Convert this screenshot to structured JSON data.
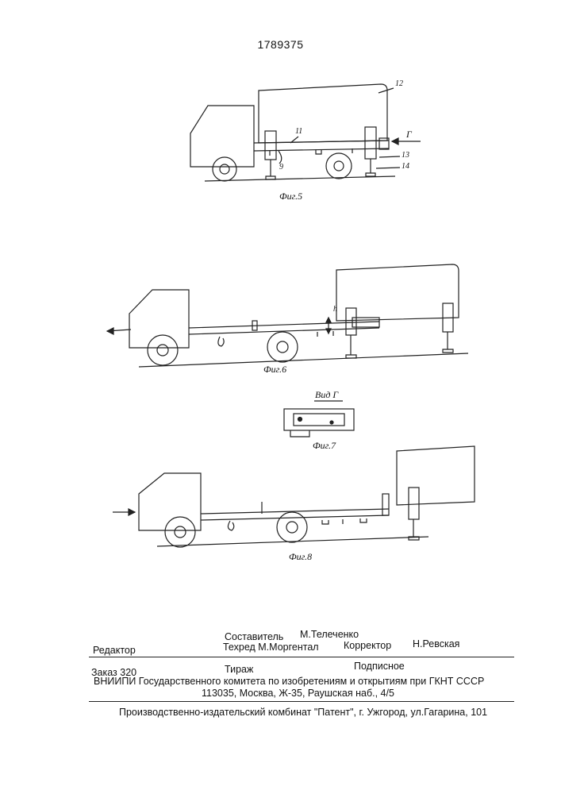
{
  "patent_number": "1789375",
  "figures": {
    "fig5": {
      "caption": "Фиг.5",
      "labels": [
        "12",
        "11",
        "9",
        "13",
        "14",
        "Г"
      ]
    },
    "fig6": {
      "caption": "Фиг.6",
      "labels": [
        "h"
      ]
    },
    "fig7": {
      "title": "Вид Г",
      "caption": "Фиг.7"
    },
    "fig8": {
      "caption": "Фиг.8"
    }
  },
  "footer": {
    "compiler_label": "Составитель",
    "compiler_name": "М.Телеченко",
    "editor_label": "Редактор",
    "techred": "Техред М.Моргентал",
    "corrector_label": "Корректор",
    "corrector_name": "Н.Ревская",
    "order": "Заказ  320",
    "circulation": "Тираж",
    "subscription": "Подписное",
    "org_line": "ВНИИПИ Государственного комитета по изобретениям и открытиям при ГКНТ СССР",
    "address_line": "113035, Москва, Ж-35, Раушская наб., 4/5",
    "publisher_line": "Производственно-издательский комбинат \"Патент\", г. Ужгород, ул.Гагарина, 101"
  }
}
